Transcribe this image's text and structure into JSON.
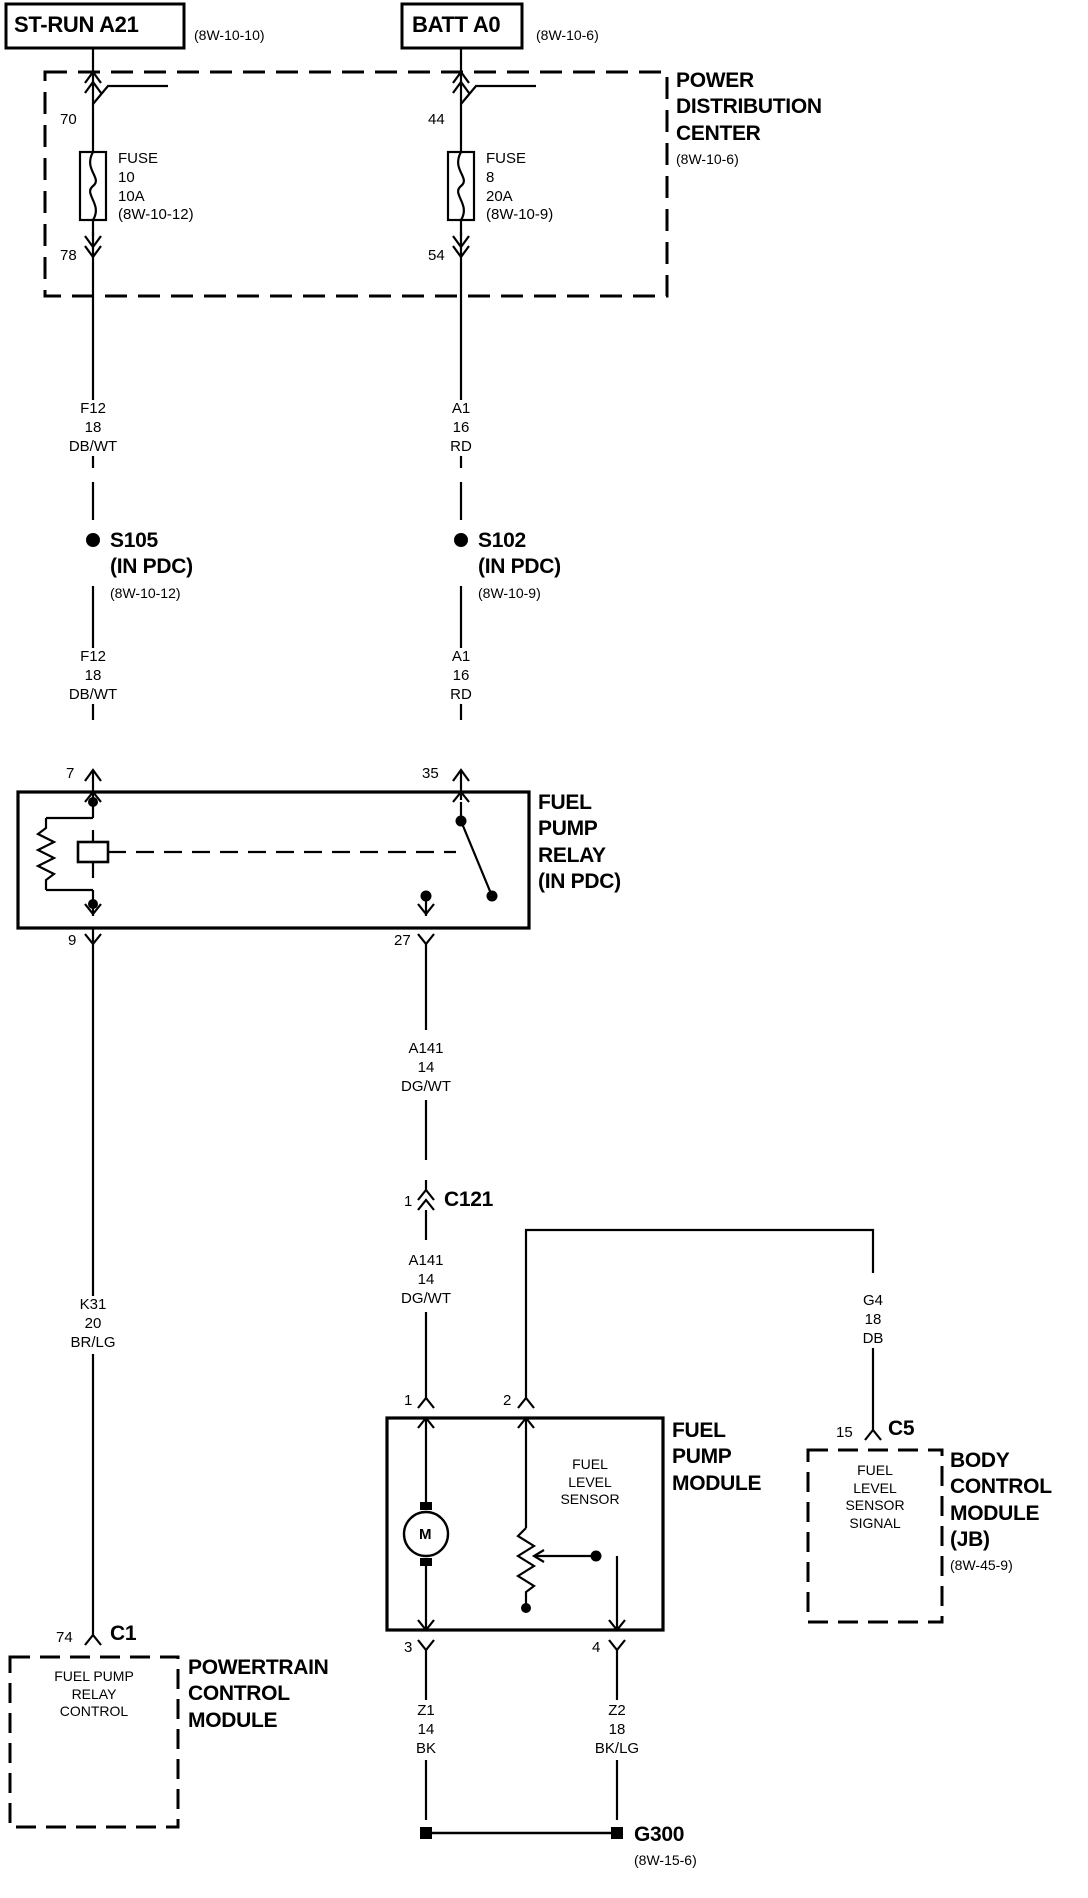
{
  "sources": {
    "st_run": {
      "label": "ST-RUN A21",
      "ref": "(8W-10-10)"
    },
    "batt": {
      "label": "BATT A0",
      "ref": "(8W-10-6)"
    }
  },
  "pdc": {
    "lines": [
      "POWER",
      "DISTRIBUTION",
      "CENTER"
    ],
    "ref": "(8W-10-6)"
  },
  "fuse10": {
    "pin_in": "70",
    "pin_out": "78",
    "lines": [
      "FUSE",
      "10",
      "10A",
      "(8W-10-12)"
    ]
  },
  "fuse8": {
    "pin_in": "44",
    "pin_out": "54",
    "lines": [
      "FUSE",
      "8",
      "20A",
      "(8W-10-9)"
    ]
  },
  "wires": {
    "f12_upper": [
      "F12",
      "18",
      "DB/WT"
    ],
    "a1_upper": [
      "A1",
      "16",
      "RD"
    ],
    "f12_lower": [
      "F12",
      "18",
      "DB/WT"
    ],
    "a1_lower": [
      "A1",
      "16",
      "RD"
    ],
    "a141_upper": [
      "A141",
      "14",
      "DG/WT"
    ],
    "a141_lower": [
      "A141",
      "14",
      "DG/WT"
    ],
    "k31": [
      "K31",
      "20",
      "BR/LG"
    ],
    "g4": [
      "G4",
      "18",
      "DB"
    ],
    "z1": [
      "Z1",
      "14",
      "BK"
    ],
    "z2": [
      "Z2",
      "18",
      "BK/LG"
    ]
  },
  "splices": {
    "s105": {
      "name": "S105",
      "loc": "(IN PDC)",
      "ref": "(8W-10-12)"
    },
    "s102": {
      "name": "S102",
      "loc": "(IN PDC)",
      "ref": "(8W-10-9)"
    }
  },
  "relay": {
    "lines": [
      "FUEL",
      "PUMP",
      "RELAY",
      "(IN PDC)"
    ],
    "pins": {
      "p7": "7",
      "p35": "35",
      "p9": "9",
      "p27": "27"
    }
  },
  "connector_c121": {
    "pin": "1",
    "name": "C121"
  },
  "pump_module": {
    "lines": [
      "FUEL",
      "PUMP",
      "MODULE"
    ],
    "sensor": [
      "FUEL",
      "LEVEL",
      "SENSOR"
    ],
    "motor": "M",
    "pins": {
      "p1": "1",
      "p2": "2",
      "p3": "3",
      "p4": "4"
    }
  },
  "bcm": {
    "pin": "15",
    "connector": "C5",
    "inner": [
      "FUEL",
      "LEVEL",
      "SENSOR",
      "SIGNAL"
    ],
    "lines": [
      "BODY",
      "CONTROL",
      "MODULE",
      "(JB)"
    ],
    "ref": "(8W-45-9)"
  },
  "pcm": {
    "pin": "74",
    "connector": "C1",
    "inner": [
      "FUEL PUMP",
      "RELAY",
      "CONTROL"
    ],
    "lines": [
      "POWERTRAIN",
      "CONTROL",
      "MODULE"
    ]
  },
  "ground": {
    "name": "G300",
    "ref": "(8W-15-6)"
  }
}
